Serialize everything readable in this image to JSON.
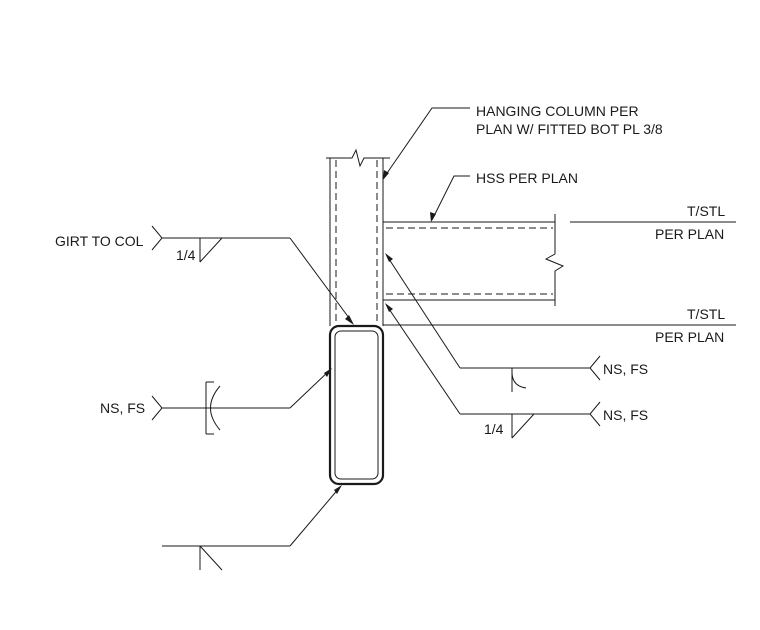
{
  "notes": {
    "hanging_column_line1": "HANGING COLUMN PER",
    "hanging_column_line2": "PLAN W/ FITTED BOT PL 3/8",
    "hss": "HSS PER PLAN",
    "tstl_upper": "T/STL",
    "per_plan_upper": "PER PLAN",
    "tstl_lower": "T/STL",
    "per_plan_lower": "PER PLAN",
    "girt_to_col": "GIRT TO COL",
    "weld_size_left": "1/4",
    "ns_fs_left": "NS, FS",
    "ns_fs_right_upper": "NS, FS",
    "ns_fs_right_lower": "NS, FS",
    "weld_size_right": "1/4"
  }
}
